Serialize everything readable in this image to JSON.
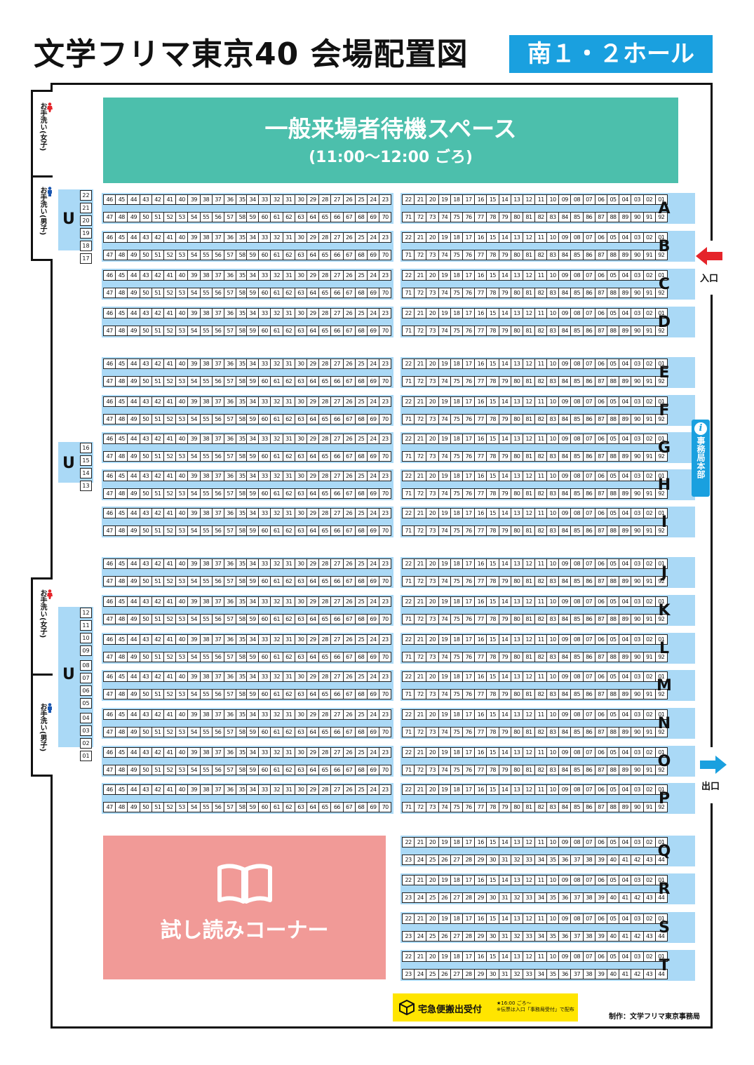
{
  "title": "文学フリマ東京40 会場配置図",
  "hall": "南１・２ホール",
  "waiting_area": {
    "name": "一般来場者待機スペース",
    "time": "(11:00〜12:00 ごろ)"
  },
  "reading_corner": {
    "name": "試し読みコーナー",
    "icon": "open-book-icon"
  },
  "entrance": {
    "label": "入口",
    "icon": "arrow-left-icon",
    "color": "#e5242a"
  },
  "exit": {
    "label": "出口",
    "icon": "arrow-right-icon",
    "color": "#1aa0df"
  },
  "office": {
    "icon": "info-icon",
    "label": "事務局本部"
  },
  "restrooms": [
    {
      "label": "お手洗い(女子)",
      "gender": "female",
      "color": "#e5242a"
    },
    {
      "label": "お手洗い(男子)",
      "gender": "male",
      "color": "#1a56b0"
    },
    {
      "label": "お手洗い(女子)",
      "gender": "female",
      "color": "#e5242a"
    },
    {
      "label": "お手洗い(男子)",
      "gender": "male",
      "color": "#1a56b0"
    }
  ],
  "parcel": {
    "label": "宅急便搬出受付",
    "note1": "★16:00 ごろ〜",
    "note2": "※伝票は入口「事務局受付」で配布"
  },
  "credit": "制作：文学フリマ東京事務局",
  "u_blocks": [
    {
      "label": "U",
      "seats": [
        "22",
        "21",
        "20",
        "19",
        "18",
        "17"
      ]
    },
    {
      "label": "U",
      "seats": [
        "16",
        "15",
        "14",
        "13"
      ]
    },
    {
      "label": "U",
      "seats": [
        "12",
        "11",
        "10",
        "09",
        "08",
        "07",
        "06",
        "05",
        "04",
        "03",
        "02",
        "01"
      ]
    }
  ],
  "seat_patterns": {
    "long": {
      "top": [
        [
          "46",
          "45",
          "44",
          "43",
          "42",
          "41",
          "40",
          "39",
          "38",
          "37",
          "36",
          "35"
        ],
        [
          "34",
          "33",
          "32",
          "31",
          "30",
          "29",
          "28",
          "27",
          "26",
          "25",
          "24",
          "23"
        ],
        [
          "22",
          "21",
          "20",
          "19",
          "18",
          "17",
          "16",
          "15",
          "14",
          "13",
          "12",
          "11"
        ],
        [
          "10",
          "09",
          "08",
          "07",
          "06",
          "05",
          "04",
          "03",
          "02",
          "01"
        ]
      ],
      "bottom": [
        [
          "47",
          "48",
          "49",
          "50",
          "51",
          "52",
          "53",
          "54",
          "55",
          "56",
          "57",
          "58"
        ],
        [
          "59",
          "60",
          "61",
          "62",
          "63",
          "64",
          "65",
          "66",
          "67",
          "68",
          "69",
          "70"
        ],
        [
          "71",
          "72",
          "73",
          "74",
          "75",
          "76",
          "77",
          "78",
          "79",
          "80",
          "81",
          "82"
        ],
        [
          "83",
          "84",
          "85",
          "86",
          "87",
          "88",
          "89",
          "90",
          "91",
          "92"
        ]
      ]
    },
    "short": {
      "top": [
        [
          "22",
          "21",
          "20",
          "19",
          "18",
          "17",
          "16",
          "15",
          "14",
          "13",
          "12",
          "11"
        ],
        [
          "10",
          "09",
          "08",
          "07",
          "06",
          "05",
          "04",
          "03",
          "02",
          "01"
        ]
      ],
      "bottom": [
        [
          "23",
          "24",
          "25",
          "26",
          "27",
          "28",
          "29",
          "30",
          "31",
          "32",
          "33",
          "34"
        ],
        [
          "35",
          "36",
          "37",
          "38",
          "39",
          "40",
          "41",
          "42",
          "43",
          "44"
        ]
      ]
    }
  },
  "rows": [
    {
      "label": "A",
      "type": "long"
    },
    {
      "label": "B",
      "type": "long"
    },
    {
      "label": "C",
      "type": "long"
    },
    {
      "label": "D",
      "type": "long"
    },
    {
      "label": "E",
      "type": "long"
    },
    {
      "label": "F",
      "type": "long"
    },
    {
      "label": "G",
      "type": "long"
    },
    {
      "label": "H",
      "type": "long"
    },
    {
      "label": "I",
      "type": "long"
    },
    {
      "label": "J",
      "type": "long"
    },
    {
      "label": "K",
      "type": "long"
    },
    {
      "label": "L",
      "type": "long"
    },
    {
      "label": "M",
      "type": "long"
    },
    {
      "label": "N",
      "type": "long"
    },
    {
      "label": "O",
      "type": "long"
    },
    {
      "label": "P",
      "type": "long"
    },
    {
      "label": "Q",
      "type": "short"
    },
    {
      "label": "R",
      "type": "short"
    },
    {
      "label": "S",
      "type": "short"
    },
    {
      "label": "T",
      "type": "short"
    }
  ]
}
